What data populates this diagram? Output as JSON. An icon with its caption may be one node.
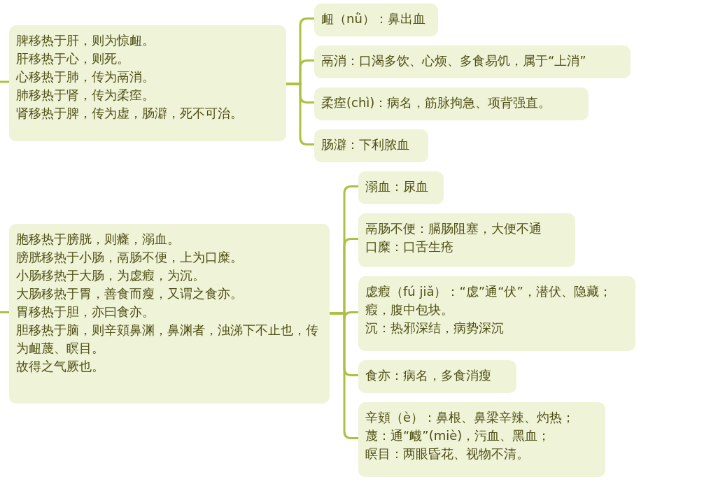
{
  "diagram": {
    "nodes": [
      {
        "text": [
          "脾移热于肝，则为惊衄。",
          "肝移热于心，则死。",
          "心移热于肺，传为鬲消。",
          "肺移热于肾，传为柔痓。",
          "肾移热于脾，传为虚，肠澼，死不可治。"
        ]
      },
      {
        "text": [
          "衄（nǜ）：鼻出血"
        ]
      },
      {
        "text": [
          "鬲消：口渴多饮、心烦、多食易饥，属于“上消”"
        ]
      },
      {
        "text": [
          "柔痓(chì)：病名，筋脉拘急、项背强直。"
        ]
      },
      {
        "text": [
          "肠澼：下利脓血"
        ]
      },
      {
        "text": [
          "胞移热于膀胱，则癃，溺血。",
          "膀胱移热于小肠，鬲肠不便，上为口糜。",
          "小肠移热于大肠，为虙瘕，为沉。",
          "大肠移热于胃，善食而瘦，又谓之食亦。",
          "胃移热于胆，亦曰食亦。",
          "胆移热于脑，则辛頞鼻渊，鼻渊者，浊涕下不止也，传为衄蔑、瞑目。",
          "故得之气厥也。"
        ]
      },
      {
        "text": [
          "溺血：尿血"
        ]
      },
      {
        "text": [
          "鬲肠不便：膈肠阻塞，大便不通",
          "口糜：口舌生疮"
        ]
      },
      {
        "text": [
          "虙瘕（fú jiǎ）：“虙”通“伏”，潜伏、隐藏；",
          "瘕，腹中包块。",
          "沉：热邪深结，病势深沉"
        ]
      },
      {
        "text": [
          "食亦：病名，多食消瘦"
        ]
      },
      {
        "text": [
          "辛頞（è）：鼻根、鼻梁辛辣、灼热；",
          "蔑：通“衊”(miè)，污血、黑血；",
          "瞑目：两眼昏花、视物不清。"
        ]
      }
    ],
    "edges": [
      {
        "from": null,
        "to": 0,
        "arrow": "none"
      },
      {
        "from": 0,
        "to": 1,
        "arrow": "none"
      },
      {
        "from": 0,
        "to": 2,
        "arrow": "none"
      },
      {
        "from": 0,
        "to": 3,
        "arrow": "none"
      },
      {
        "from": 0,
        "to": 4,
        "arrow": "none"
      },
      {
        "from": null,
        "to": 5,
        "arrow": "none"
      },
      {
        "from": 5,
        "to": 6,
        "arrow": "none"
      },
      {
        "from": 5,
        "to": 7,
        "arrow": "none"
      },
      {
        "from": 5,
        "to": 8,
        "arrow": "none"
      },
      {
        "from": 5,
        "to": 9,
        "arrow": "none"
      },
      {
        "from": 5,
        "to": 10,
        "arrow": "none"
      }
    ]
  }
}
